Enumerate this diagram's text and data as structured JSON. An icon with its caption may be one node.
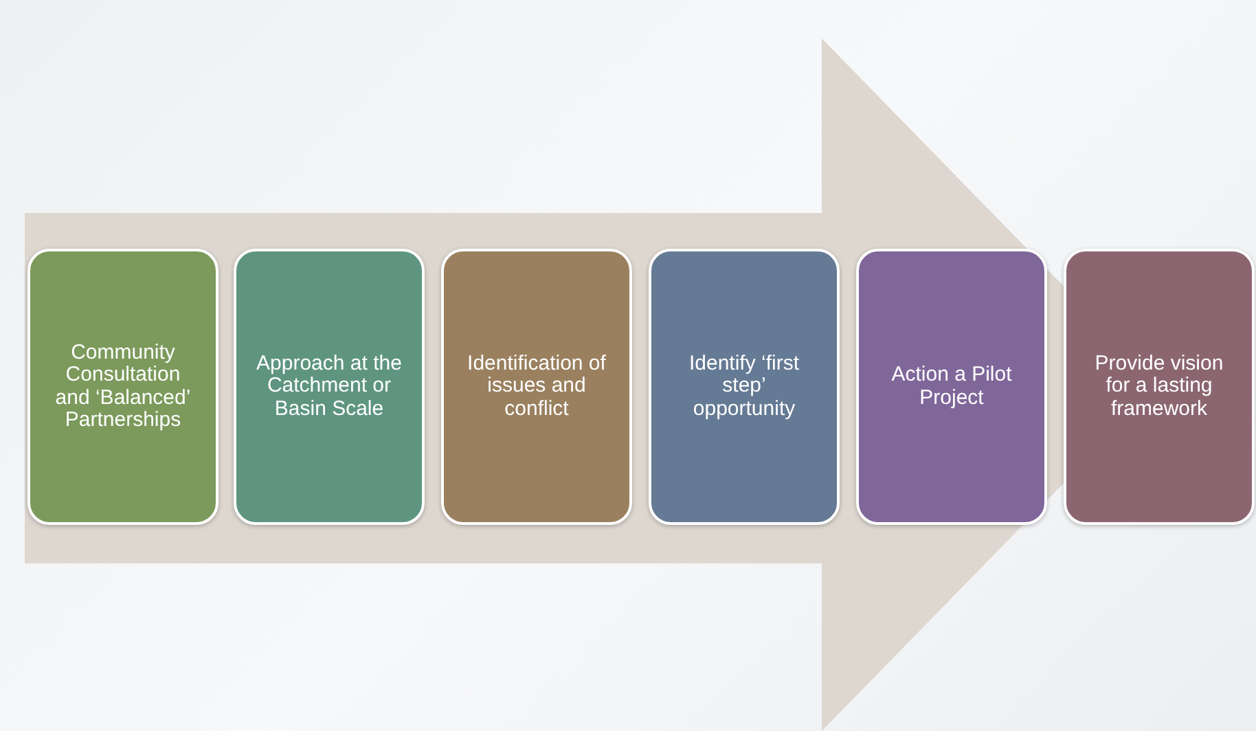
{
  "diagram": {
    "nodes": [
      {
        "text": [
          "Community Consultation and ‘Balanced’ Partnerships"
        ]
      },
      {
        "text": [
          "Approach at the Catchment or Basin Scale"
        ]
      },
      {
        "text": [
          "Identification of issues and conflict"
        ]
      },
      {
        "text": [
          "Identify ‘first step’ opportunity"
        ]
      },
      {
        "text": [
          "Action a Pilot Project"
        ]
      },
      {
        "text": [
          "Provide vision for a lasting framework"
        ]
      }
    ],
    "edges": [
      {
        "from": 0,
        "to": 5,
        "arrow": "to"
      }
    ]
  }
}
